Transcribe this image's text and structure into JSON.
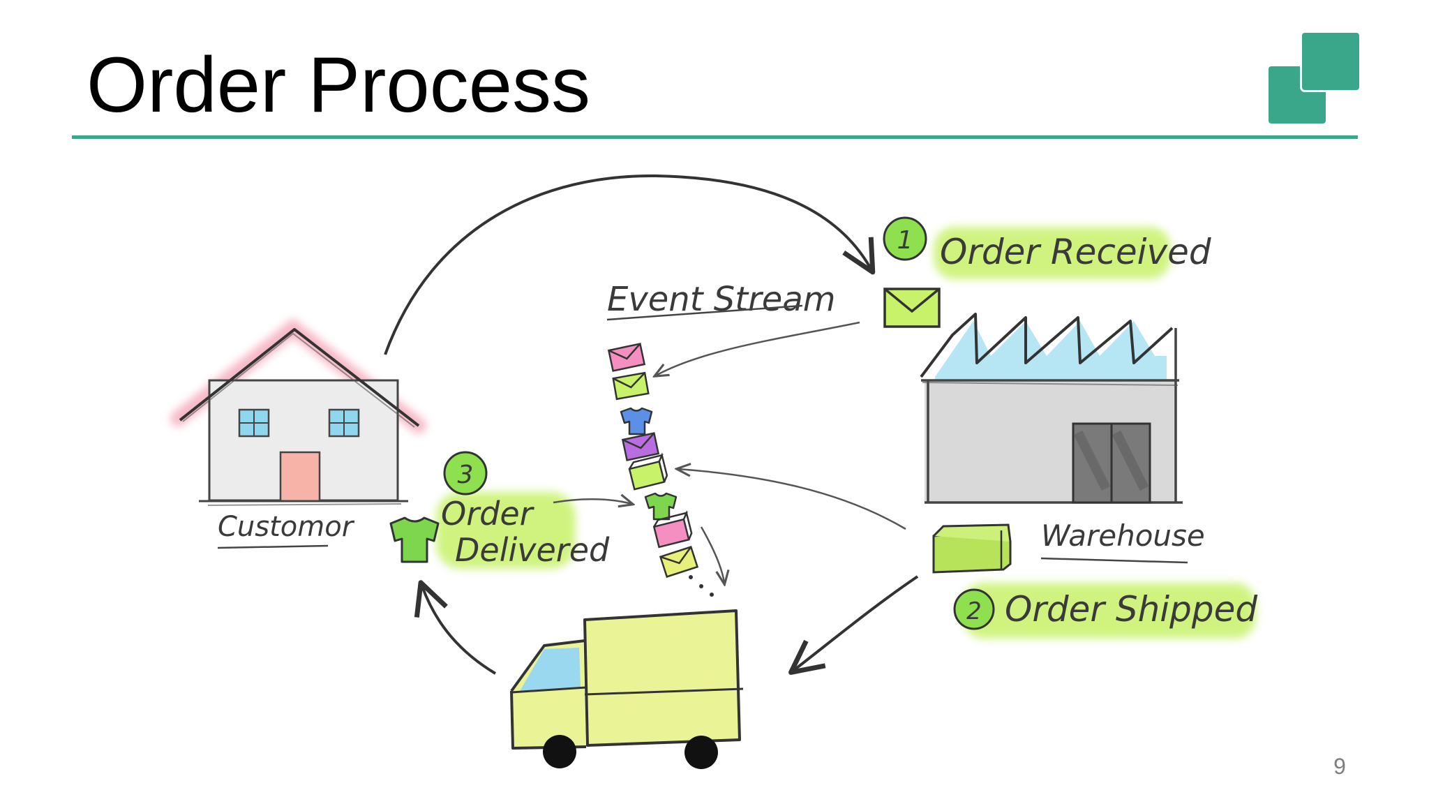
{
  "slide": {
    "title": "Order Process",
    "page_number": "9"
  },
  "colors": {
    "accent": "#3aa68a",
    "highlight_green": "#c8f26a",
    "roof_pink": "#f4a6b8",
    "window_blue": "#8fd6ef",
    "truck_yellow": "#e8f28a",
    "factory_grey": "#d6d6d6"
  },
  "diagram": {
    "event_stream_label": "Event Stream",
    "customer_label": "Customor",
    "warehouse_label": "Warehouse",
    "steps": [
      {
        "number": "1",
        "label": "Order Received"
      },
      {
        "number": "2",
        "label": "Order Shipped"
      },
      {
        "number": "3",
        "label_line1": "Order",
        "label_line2": "Delivered"
      }
    ],
    "stream_items": [
      "envelope-pink",
      "envelope-green",
      "shirt-blue",
      "envelope-purple",
      "box-green",
      "shirt-green",
      "box-pink",
      "envelope-yellow"
    ]
  }
}
